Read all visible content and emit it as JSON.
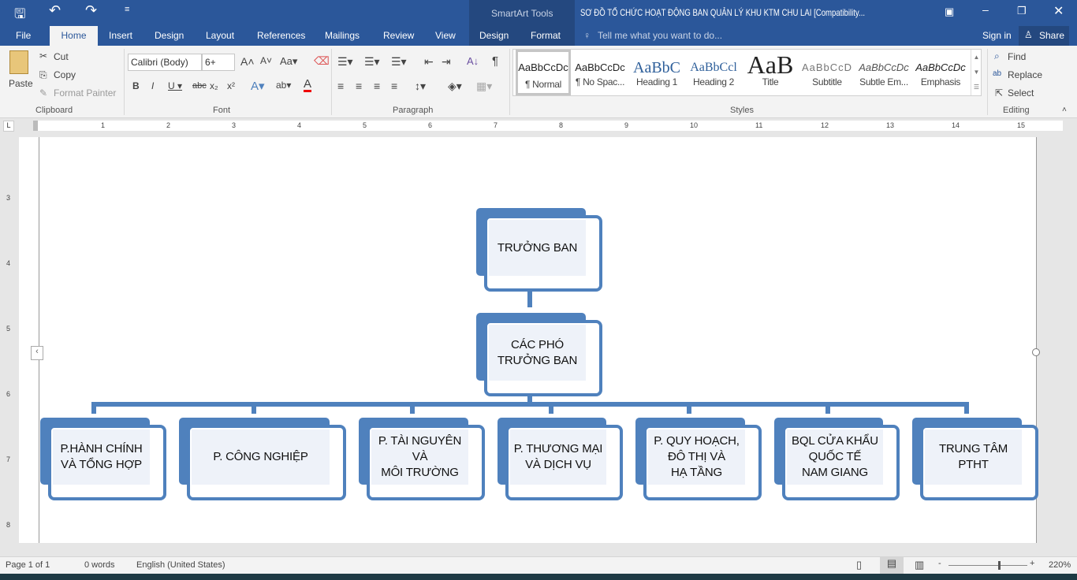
{
  "titlebar": {
    "context_tools": "SmartArt Tools",
    "doc_title": "SƠ ĐỒ TỔ CHỨC HOẠT ĐỘNG BAN QUẢN LÝ KHU KTM CHU LAI [Compatibility...",
    "sign_in": "Sign in",
    "share": "Share",
    "tell_me": "Tell me what you want to do..."
  },
  "tabs": [
    "File",
    "Home",
    "Insert",
    "Design",
    "Layout",
    "References",
    "Mailings",
    "Review",
    "View",
    "Design",
    "Format"
  ],
  "clipboard": {
    "paste": "Paste",
    "cut": "Cut",
    "copy": "Copy",
    "format_painter": "Format Painter",
    "group": "Clipboard"
  },
  "font": {
    "name": "Calibri (Body)",
    "size": "6+",
    "group": "Font"
  },
  "paragraph": {
    "group": "Paragraph"
  },
  "styles": {
    "group": "Styles",
    "items": [
      {
        "preview": "AaBbCcDc",
        "name": "¶ Normal"
      },
      {
        "preview": "AaBbCcDc",
        "name": "¶ No Spac..."
      },
      {
        "preview": "AaBbC",
        "name": "Heading 1"
      },
      {
        "preview": "AaBbCcl",
        "name": "Heading 2"
      },
      {
        "preview": "AaB",
        "name": "Title"
      },
      {
        "preview": "AaBbCcD",
        "name": "Subtitle"
      },
      {
        "preview": "AaBbCcDc",
        "name": "Subtle Em..."
      },
      {
        "preview": "AaBbCcDc",
        "name": "Emphasis"
      }
    ]
  },
  "editing": {
    "find": "Find",
    "replace": "Replace",
    "select": "Select",
    "group": "Editing"
  },
  "ruler": {
    "h": [
      "1",
      "2",
      "3",
      "4",
      "5",
      "6",
      "7",
      "8",
      "9",
      "10",
      "11",
      "12",
      "13",
      "14",
      "15"
    ],
    "v": [
      "3",
      "4",
      "5",
      "6",
      "7",
      "8"
    ]
  },
  "org": {
    "top": "TRƯỞNG BAN",
    "deputy": "CÁC PHÓ\nTRƯỞNG BAN",
    "departments": [
      "P.HÀNH CHÍNH\nVÀ TỔNG HỢP",
      "P. CÔNG NGHIỆP",
      "P. TÀI NGUYÊN\nVÀ\nMÔI TRƯỜNG",
      "P. THƯƠNG MẠI\nVÀ DỊCH VỤ",
      "P. QUY HOẠCH,\nĐÔ THỊ VÀ\nHẠ TẦNG",
      "BQL CỬA KHẨU\nQUỐC TẾ\nNAM GIANG",
      "TRUNG TÂM\nPTHT"
    ]
  },
  "status": {
    "page": "Page 1 of 1",
    "words": "0 words",
    "language": "English (United States)",
    "zoom": "220%"
  }
}
